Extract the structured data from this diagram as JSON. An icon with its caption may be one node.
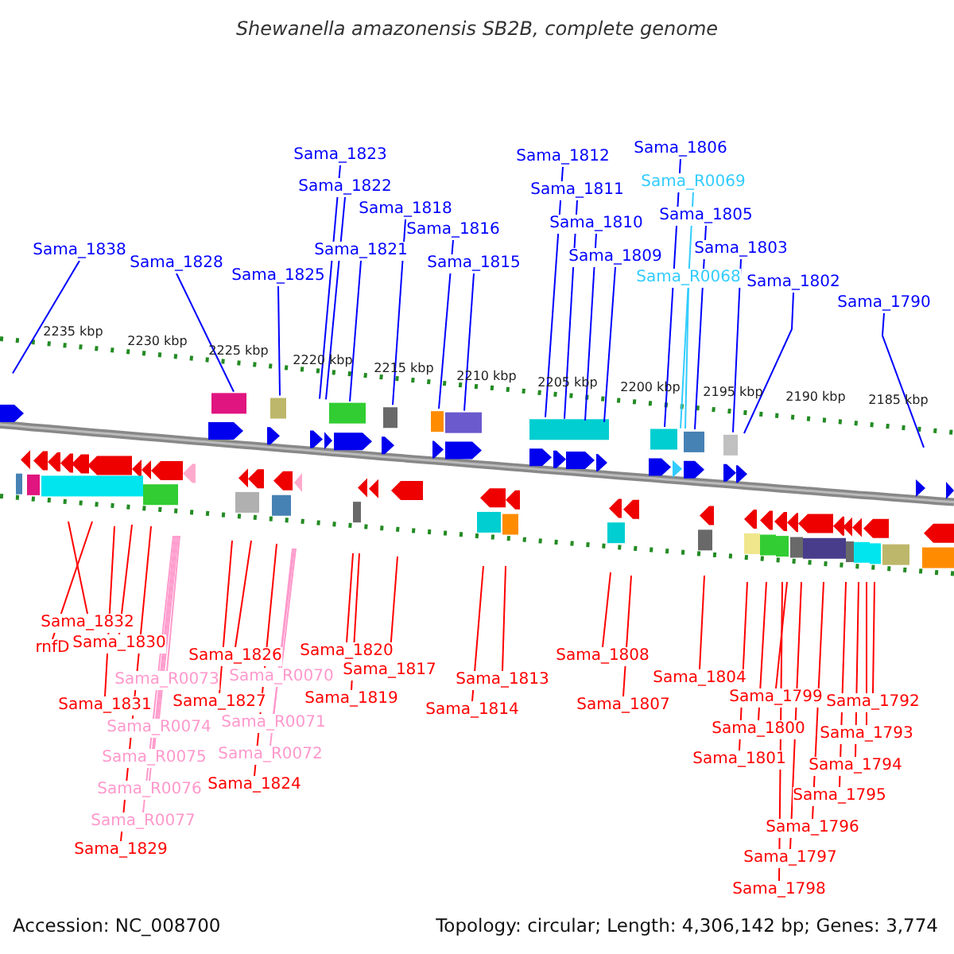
{
  "diagram": {
    "title": "Shewanella amazonensis SB2B, complete genome",
    "nodes": [
      {
        "text": [
          "Sama_1823"
        ]
      },
      {
        "text": [
          "Sama_1822"
        ]
      },
      {
        "text": [
          "Sama_1818"
        ]
      },
      {
        "text": [
          "Sama_1816"
        ]
      },
      {
        "text": [
          "Sama_1838"
        ]
      },
      {
        "text": [
          "Sama_1821"
        ]
      },
      {
        "text": [
          "Sama_1828"
        ]
      },
      {
        "text": [
          "Sama_1815"
        ]
      },
      {
        "text": [
          "Sama_1825"
        ]
      },
      {
        "text": [
          "Sama_1812"
        ]
      },
      {
        "text": [
          "Sama_1811"
        ]
      },
      {
        "text": [
          "Sama_1810"
        ]
      },
      {
        "text": [
          "Sama_1809"
        ]
      },
      {
        "text": [
          "Sama_1806"
        ]
      },
      {
        "text": [
          "Sama_R0069"
        ]
      },
      {
        "text": [
          "Sama_1805"
        ]
      },
      {
        "text": [
          "Sama_1803"
        ]
      },
      {
        "text": [
          "Sama_R0068"
        ]
      },
      {
        "text": [
          "Sama_1802"
        ]
      },
      {
        "text": [
          "Sama_1790"
        ]
      },
      {
        "text": [
          "Sama_1832"
        ]
      },
      {
        "text": [
          "rnfD"
        ]
      },
      {
        "text": [
          "Sama_1830"
        ]
      },
      {
        "text": [
          "Sama_1831"
        ]
      },
      {
        "text": [
          "Sama_R0073"
        ]
      },
      {
        "text": [
          "Sama_R0074"
        ]
      },
      {
        "text": [
          "Sama_R0075"
        ]
      },
      {
        "text": [
          "Sama_R0076"
        ]
      },
      {
        "text": [
          "Sama_R0077"
        ]
      },
      {
        "text": [
          "Sama_1829"
        ]
      },
      {
        "text": [
          "Sama_1826"
        ]
      },
      {
        "text": [
          "Sama_1827"
        ]
      },
      {
        "text": [
          "Sama_R0070"
        ]
      },
      {
        "text": [
          "Sama_R0071"
        ]
      },
      {
        "text": [
          "Sama_R0072"
        ]
      },
      {
        "text": [
          "Sama_1824"
        ]
      },
      {
        "text": [
          "Sama_1820"
        ]
      },
      {
        "text": [
          "Sama_1817"
        ]
      },
      {
        "text": [
          "Sama_1819"
        ]
      },
      {
        "text": [
          "Sama_1813"
        ]
      },
      {
        "text": [
          "Sama_1814"
        ]
      },
      {
        "text": [
          "Sama_1808"
        ]
      },
      {
        "text": [
          "Sama_1807"
        ]
      },
      {
        "text": [
          "Sama_1804"
        ]
      },
      {
        "text": [
          "Sama_1799"
        ]
      },
      {
        "text": [
          "Sama_1792"
        ]
      },
      {
        "text": [
          "Sama_1800"
        ]
      },
      {
        "text": [
          "Sama_1793"
        ]
      },
      {
        "text": [
          "Sama_1801"
        ]
      },
      {
        "text": [
          "Sama_1794"
        ]
      },
      {
        "text": [
          "Sama_1795"
        ]
      },
      {
        "text": [
          "Sama_1796"
        ]
      },
      {
        "text": [
          "Sama_1797"
        ]
      },
      {
        "text": [
          "Sama_1798"
        ]
      }
    ],
    "edges": [
      {
        "from": 0,
        "to": null,
        "arrow": "none",
        "color": "#0000ff"
      },
      {
        "from": 1,
        "to": null,
        "arrow": "none",
        "color": "#0000ff"
      },
      {
        "from": 2,
        "to": null,
        "arrow": "none",
        "color": "#0000ff"
      },
      {
        "from": 3,
        "to": null,
        "arrow": "none",
        "color": "#0000ff"
      },
      {
        "from": 4,
        "to": null,
        "arrow": "none",
        "color": "#0000ff"
      },
      {
        "from": 5,
        "to": null,
        "arrow": "none",
        "color": "#0000ff"
      },
      {
        "from": 6,
        "to": null,
        "arrow": "none",
        "color": "#0000ff"
      },
      {
        "from": 7,
        "to": null,
        "arrow": "none",
        "color": "#0000ff"
      },
      {
        "from": 8,
        "to": null,
        "arrow": "none",
        "color": "#0000ff"
      },
      {
        "from": 9,
        "to": null,
        "arrow": "none",
        "color": "#0000ff"
      },
      {
        "from": 10,
        "to": null,
        "arrow": "none",
        "color": "#0000ff"
      },
      {
        "from": 11,
        "to": null,
        "arrow": "none",
        "color": "#0000ff"
      },
      {
        "from": 12,
        "to": null,
        "arrow": "none",
        "color": "#0000ff"
      },
      {
        "from": 13,
        "to": null,
        "arrow": "none",
        "color": "#0000ff"
      },
      {
        "from": 14,
        "to": null,
        "arrow": "none",
        "color": "#33ccff"
      },
      {
        "from": 15,
        "to": null,
        "arrow": "none",
        "color": "#0000ff"
      },
      {
        "from": 16,
        "to": null,
        "arrow": "none",
        "color": "#0000ff"
      },
      {
        "from": 17,
        "to": null,
        "arrow": "none",
        "color": "#33ccff"
      },
      {
        "from": 18,
        "to": null,
        "arrow": "none",
        "color": "#0000ff"
      },
      {
        "from": 19,
        "to": null,
        "arrow": "none",
        "color": "#0000ff"
      },
      {
        "from": 20,
        "to": null,
        "arrow": "none"
      },
      {
        "from": 21,
        "to": null,
        "arrow": "none"
      },
      {
        "from": 22,
        "to": null,
        "arrow": "none"
      },
      {
        "from": 23,
        "to": null,
        "arrow": "none"
      },
      {
        "from": 24,
        "to": null,
        "arrow": "none",
        "color": "#ff99cc"
      },
      {
        "from": 25,
        "to": null,
        "arrow": "none",
        "color": "#ff99cc"
      },
      {
        "from": 26,
        "to": null,
        "arrow": "none",
        "color": "#ff99cc"
      },
      {
        "from": 27,
        "to": null,
        "arrow": "none",
        "color": "#ff99cc"
      },
      {
        "from": 28,
        "to": null,
        "arrow": "none",
        "color": "#ff99cc"
      },
      {
        "from": 29,
        "to": null,
        "arrow": "none"
      },
      {
        "from": 30,
        "to": null,
        "arrow": "none"
      },
      {
        "from": 31,
        "to": null,
        "arrow": "none"
      },
      {
        "from": 32,
        "to": null,
        "arrow": "none",
        "color": "#ff99cc"
      },
      {
        "from": 33,
        "to": null,
        "arrow": "none",
        "color": "#ff99cc"
      },
      {
        "from": 34,
        "to": null,
        "arrow": "none",
        "color": "#ff99cc"
      },
      {
        "from": 35,
        "to": null,
        "arrow": "none"
      },
      {
        "from": 36,
        "to": null,
        "arrow": "none"
      },
      {
        "from": 37,
        "to": null,
        "arrow": "none"
      },
      {
        "from": 38,
        "to": null,
        "arrow": "none"
      },
      {
        "from": 39,
        "to": null,
        "arrow": "none"
      },
      {
        "from": 40,
        "to": null,
        "arrow": "none"
      },
      {
        "from": 41,
        "to": null,
        "arrow": "none"
      },
      {
        "from": 42,
        "to": null,
        "arrow": "none"
      },
      {
        "from": 43,
        "to": null,
        "arrow": "none"
      },
      {
        "from": 44,
        "to": null,
        "arrow": "none"
      },
      {
        "from": 45,
        "to": null,
        "arrow": "none"
      },
      {
        "from": 46,
        "to": null,
        "arrow": "none"
      },
      {
        "from": 47,
        "to": null,
        "arrow": "none"
      },
      {
        "from": 48,
        "to": null,
        "arrow": "none"
      },
      {
        "from": 49,
        "to": null,
        "arrow": "none"
      },
      {
        "from": 50,
        "to": null,
        "arrow": "none"
      },
      {
        "from": 51,
        "to": null,
        "arrow": "none"
      },
      {
        "from": 52,
        "to": null,
        "arrow": "none"
      },
      {
        "from": 53,
        "to": null,
        "arrow": "none"
      }
    ],
    "labels": [
      "2235 kbp",
      "2230 kbp",
      "2225 kbp",
      "2220 kbp",
      "2215 kbp",
      "2210 kbp",
      "2205 kbp",
      "2200 kbp",
      "2195 kbp",
      "2190 kbp",
      "2185 kbp",
      "Accession: NC_008700",
      "Topology: circular; Length: 4,306,142 bp; Genes: 3,774"
    ]
  }
}
